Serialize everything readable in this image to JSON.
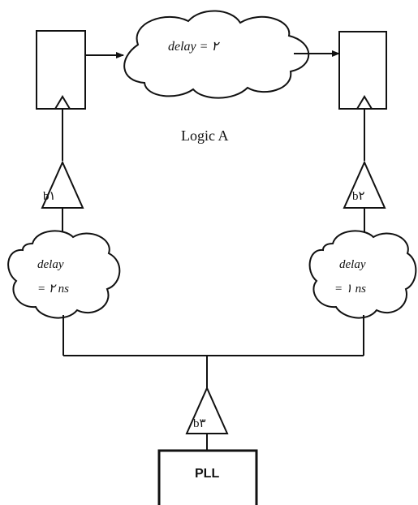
{
  "diagram": {
    "logic_label": "Logic A",
    "top_cloud_delay": "delay = ۲",
    "left_buffer": "b۱",
    "right_buffer": "b۲",
    "bottom_buffer": "b۳",
    "left_cloud_line1": "delay",
    "left_cloud_line2": "= ۲ ns",
    "right_cloud_line1": "delay",
    "right_cloud_line2": "= ۱ ns",
    "pll_label": "PLL"
  }
}
